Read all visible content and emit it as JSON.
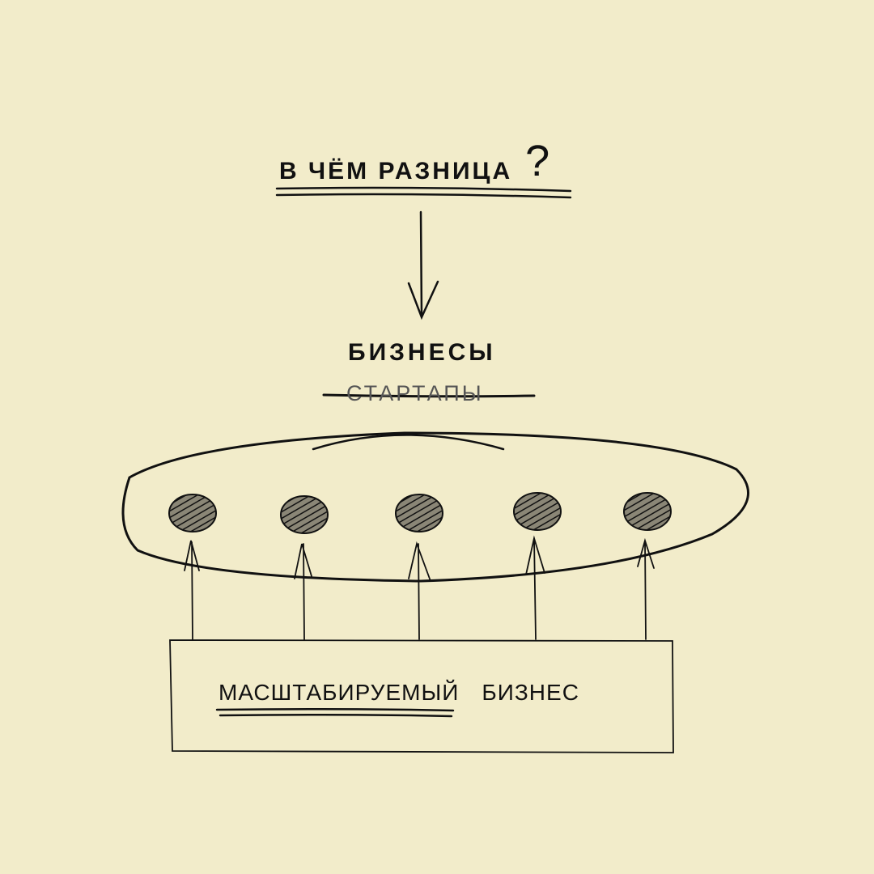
{
  "title": "В ЧЁМ РАЗНИЦА",
  "question_mark": "?",
  "label_main": "БИЗНЕСЫ",
  "label_crossed": "СТАРТАПЫ",
  "box_text_underlined": "МАСШТАБИРУЕМЫЙ",
  "box_text": "БИЗНЕС",
  "colors": {
    "background": "#f2ecca",
    "ink": "#111111"
  }
}
